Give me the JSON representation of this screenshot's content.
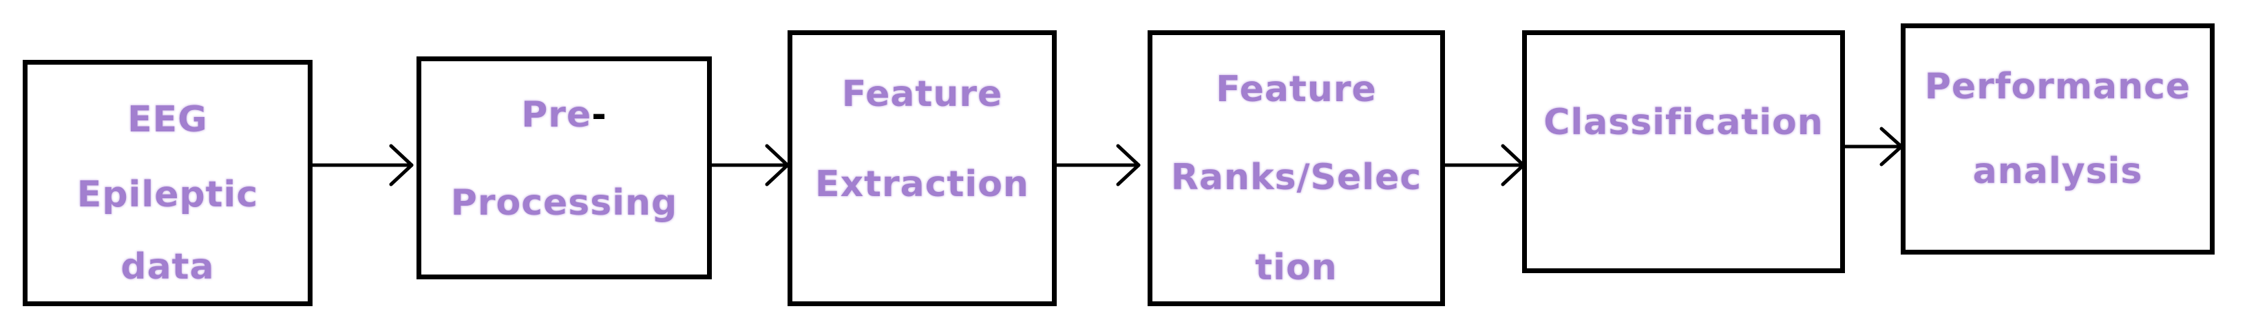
{
  "diagram": {
    "steps": [
      {
        "lines": [
          "EEG",
          "Epileptic",
          "data"
        ]
      },
      {
        "lines": [
          "Pre",
          "Processing"
        ],
        "dash": "-"
      },
      {
        "lines": [
          "Feature",
          "Extraction"
        ]
      },
      {
        "lines": [
          "Feature",
          "Ranks/Selec",
          "tion"
        ]
      },
      {
        "lines": [
          "Classification"
        ]
      },
      {
        "lines": [
          "Performance",
          "analysis"
        ]
      }
    ],
    "colors": {
      "label": "#a27fcf",
      "border": "#000000",
      "arrow": "#000000"
    }
  }
}
